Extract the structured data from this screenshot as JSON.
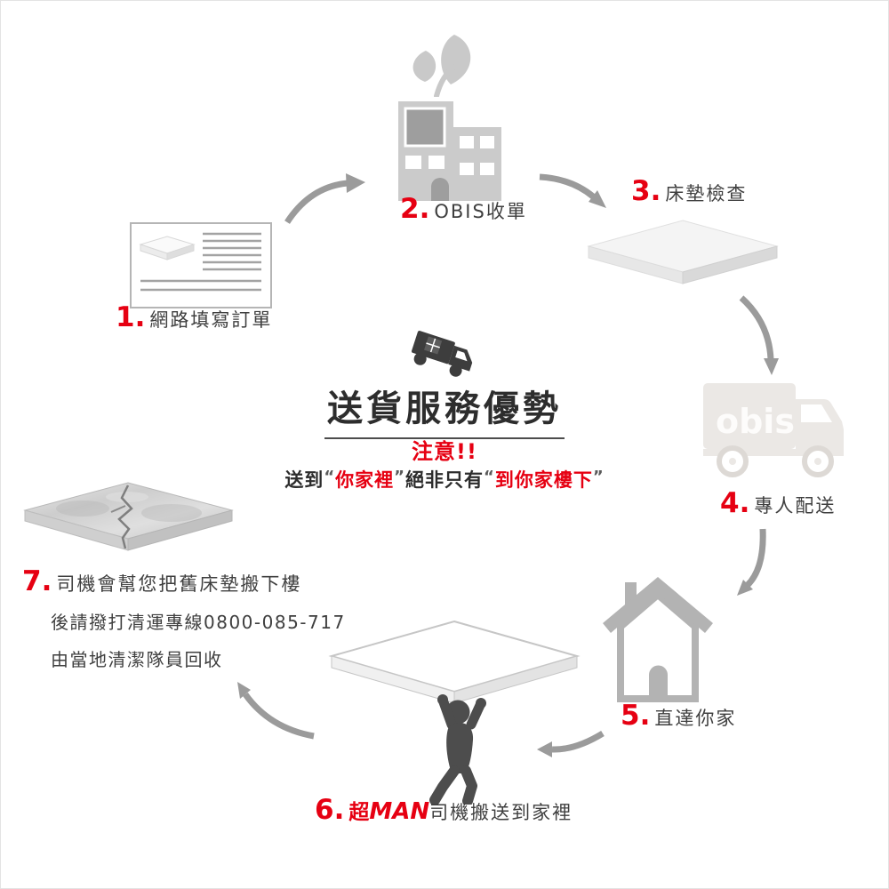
{
  "center": {
    "title": "送貨服務優勢",
    "notice": "注意!!",
    "tagline": [
      "送到",
      "“",
      "你家裡",
      "”",
      "絕非只有",
      "“",
      "到你家樓下",
      "”"
    ]
  },
  "steps": {
    "s1": {
      "num": "1.",
      "label": "網路填寫訂單"
    },
    "s2": {
      "num": "2.",
      "label": "OBIS收單"
    },
    "s3": {
      "num": "3.",
      "label": "床墊檢查"
    },
    "s4": {
      "num": "4.",
      "label": "專人配送"
    },
    "s5": {
      "num": "5.",
      "label": "直達你家"
    },
    "s6": {
      "num": "6.",
      "brand_cjk": "超",
      "brand_latin": "MAN",
      "label": "司機搬送到家裡"
    },
    "s7": {
      "num": "7.",
      "lines": [
        "司機會幫您把舊床墊搬下樓",
        "後請撥打清運專線0800-085-717",
        "由當地清潔隊員回收"
      ]
    }
  },
  "logos": {
    "truck": "obis"
  },
  "colors": {
    "accent_red": "#e60012",
    "text_dark": "#3f3f3f",
    "icon_gray": "#c9c9c9",
    "arrow_gray": "#9b9b9b"
  }
}
